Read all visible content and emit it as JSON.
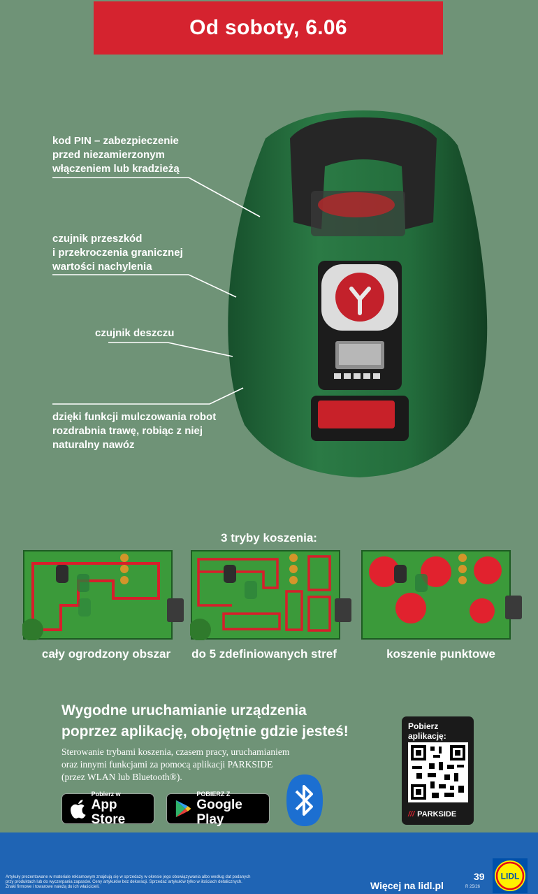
{
  "header": {
    "date": "Od soboty, 6.06"
  },
  "callouts": [
    {
      "lines": [
        "kod PIN – zabezpieczenie",
        "przed niezamierzonym",
        "włączeniem lub kradzieżą"
      ]
    },
    {
      "lines": [
        "czujnik przeszkód",
        "i przekroczenia granicznej",
        "wartości nachylenia"
      ]
    },
    {
      "lines": [
        "czujnik deszczu"
      ]
    },
    {
      "lines": [
        "dzięki funkcji mulczowania robot",
        "rozdrabnia trawę, robiąc z niej",
        "naturalny nawóz"
      ]
    }
  ],
  "modes": {
    "title": "3 tryby koszenia:",
    "items": [
      {
        "caption": "cały ogrodzony obszar"
      },
      {
        "caption": "do 5 zdefiniowanych stref"
      },
      {
        "caption": "koszenie punktowe"
      }
    ]
  },
  "app": {
    "heading_lines": [
      "Wygodne uruchamianie urządzenia",
      "poprzez aplikację, obojętnie gdzie jesteś!"
    ],
    "desc_lines": [
      "Sterowanie trybami koszenia, czasem pracy, uruchamianiem",
      "oraz innymi funkcjami za pomocą aplikacji PARKSIDE",
      "(przez WLAN lub Bluetooth®)."
    ],
    "app_store": {
      "small": "Pobierz w",
      "big": "App Store",
      "icon": "apple-icon"
    },
    "google_play": {
      "small": "POBIERZ Z",
      "big": "Google Play",
      "icon": "google-play-icon"
    },
    "bluetooth_icon": "bluetooth-icon",
    "qr": {
      "label_lines": [
        "Pobierz",
        "aplikację:"
      ],
      "brand": "PARKSIDE"
    }
  },
  "footer": {
    "disclaimer_lines": [
      "Artykuły prezentowane w materiale reklamowym znajdują się w sprzedaży w okresie jego obowiązywania albo według dat podanych",
      "przy produktach lub do wyczerpania zapasów. Ceny artykułów bez dekoracji. Sprzedaż artykułów tylko w ilościach detalicznych.",
      "Znaki firmowe i towarowe należą do ich właścicieli."
    ],
    "more": "Więcej na lidl.pl",
    "page": "39",
    "code": "R 25/26",
    "logo_text": "LIDL"
  },
  "colors": {
    "accent_red": "#d5232f",
    "background": "#6f9377",
    "footer_blue": "#1f64b4",
    "mower_green": "#1f6b3c"
  }
}
